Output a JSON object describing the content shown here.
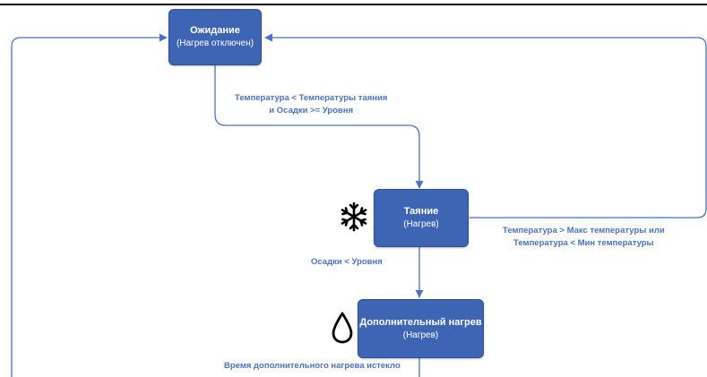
{
  "diagram": {
    "colors": {
      "state_fill": "#3e64b4",
      "connector": "#4a72c4",
      "label_text": "#4a72c4",
      "icon": "#000000"
    },
    "states": {
      "idle": {
        "title": "Ожидание",
        "subtitle": "(Нагрев отключен)"
      },
      "melting": {
        "title": "Таяние",
        "subtitle": "(Нагрев)",
        "icon": "snowflake-icon"
      },
      "extra_heating": {
        "title": "Дополнительный нагрев",
        "subtitle": "(Нагрев)",
        "icon": "droplet-icon"
      }
    },
    "transitions": {
      "idle_to_melting": {
        "line1": "Температура < Температуры таяния",
        "line2": "и Осадки >= Уровня"
      },
      "melting_to_idle": {
        "line1": "Температура > Макс температуры или",
        "line2": "Температура < Мин температуры"
      },
      "melting_to_extra": {
        "text": "Осадки < Уровня"
      },
      "extra_to_idle": {
        "text": "Время дополнительного нагрева истекло"
      }
    }
  }
}
